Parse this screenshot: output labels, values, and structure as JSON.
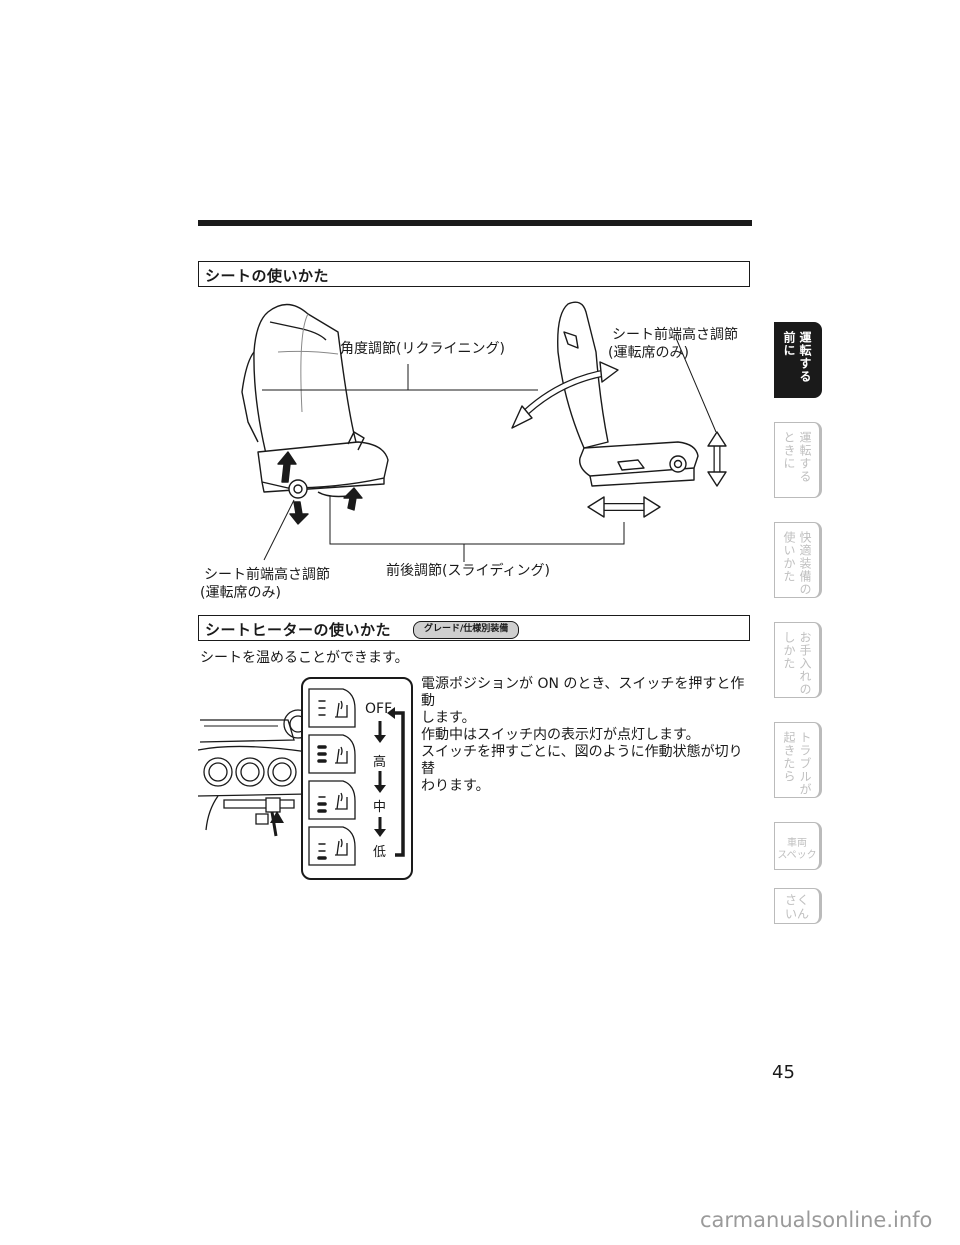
{
  "section1": {
    "title": "シートの使いかた"
  },
  "seat_labels": {
    "recline": "角度調節(リクライニング)",
    "front_height_top_line1": "シート前端高さ調節",
    "front_height_top_line2": "(運転席のみ)",
    "front_height_bottom_line1": "シート前端高さ調節",
    "front_height_bottom_line2": "(運転席のみ)",
    "slide": "前後調節(スライディング)"
  },
  "section2": {
    "title": "シートヒーターの使いかた",
    "badge": "グレード/仕様別装備"
  },
  "intro": "シートを温めることができます。",
  "instructions": [
    "電源ポジションが ON のとき、スイッチを押すと作動",
    "します。",
    "作動中はスイッチ内の表示灯が点灯します。",
    "スイッチを押すごとに、図のように作動状態が切り替",
    "わります。"
  ],
  "heater_states": [
    "OFF",
    "高",
    "中",
    "低"
  ],
  "tabs": [
    {
      "cols": [
        "運転する",
        "前に"
      ],
      "active": true
    },
    {
      "cols": [
        "運転する",
        "ときに"
      ],
      "active": false
    },
    {
      "cols": [
        "快適装備の",
        "使いかた"
      ],
      "active": false
    },
    {
      "cols": [
        "お手入れの",
        "しかた"
      ],
      "active": false
    },
    {
      "cols": [
        "トラブルが",
        "起きたら"
      ],
      "active": false
    },
    {
      "rows": [
        "車両",
        "スペック"
      ],
      "active": false
    },
    {
      "rows": [
        "さく",
        "いん"
      ],
      "active": false
    }
  ],
  "page_number": "45",
  "watermark": "carmanualsonline.info"
}
